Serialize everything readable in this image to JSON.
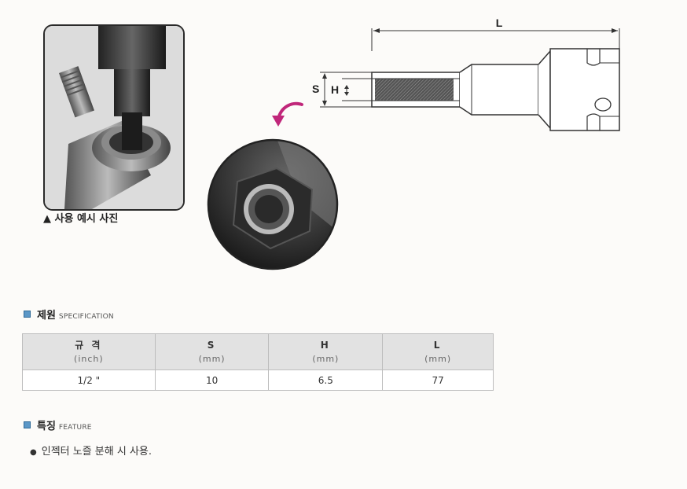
{
  "photo": {
    "caption": "▲ 사용 예시 사진"
  },
  "diagram": {
    "label_L": "L",
    "label_S": "S",
    "label_H": "H"
  },
  "spec_section": {
    "title": "제원",
    "subtitle": "SPECIFICATION"
  },
  "spec_table": {
    "headers": [
      {
        "main": "규 격",
        "sub": "(inch)"
      },
      {
        "main": "S",
        "sub": "(mm)"
      },
      {
        "main": "H",
        "sub": "(mm)"
      },
      {
        "main": "L",
        "sub": "(mm)"
      }
    ],
    "rows": [
      [
        "1/2 \"",
        "10",
        "6.5",
        "77"
      ]
    ]
  },
  "feature_section": {
    "title": "특징",
    "subtitle": "FEATURE"
  },
  "features": [
    "인젝터 노즐 분해 시 사용."
  ],
  "colors": {
    "accent": "#5b97c7",
    "arrow": "#c0267a",
    "header_bg": "#e2e2e2"
  }
}
